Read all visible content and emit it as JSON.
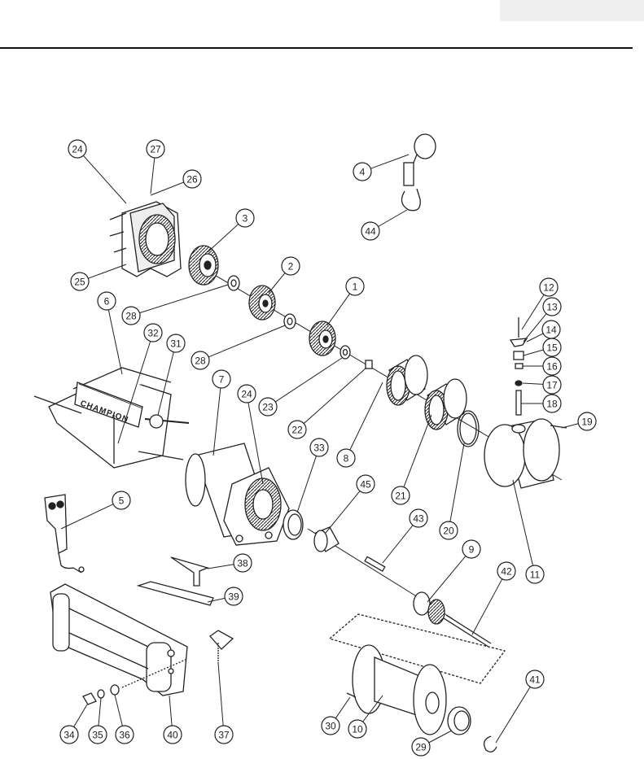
{
  "brand_label": "CHAMPION",
  "callouts": [
    "1",
    "2",
    "3",
    "4",
    "5",
    "6",
    "7",
    "8",
    "9",
    "10",
    "11",
    "12",
    "13",
    "14",
    "15",
    "16",
    "17",
    "18",
    "19",
    "20",
    "21",
    "22",
    "23",
    "24",
    "24",
    "25",
    "26",
    "27",
    "28",
    "28",
    "29",
    "30",
    "31",
    "32",
    "33",
    "34",
    "35",
    "36",
    "37",
    "38",
    "39",
    "40",
    "41",
    "42",
    "43",
    "44",
    "45"
  ]
}
